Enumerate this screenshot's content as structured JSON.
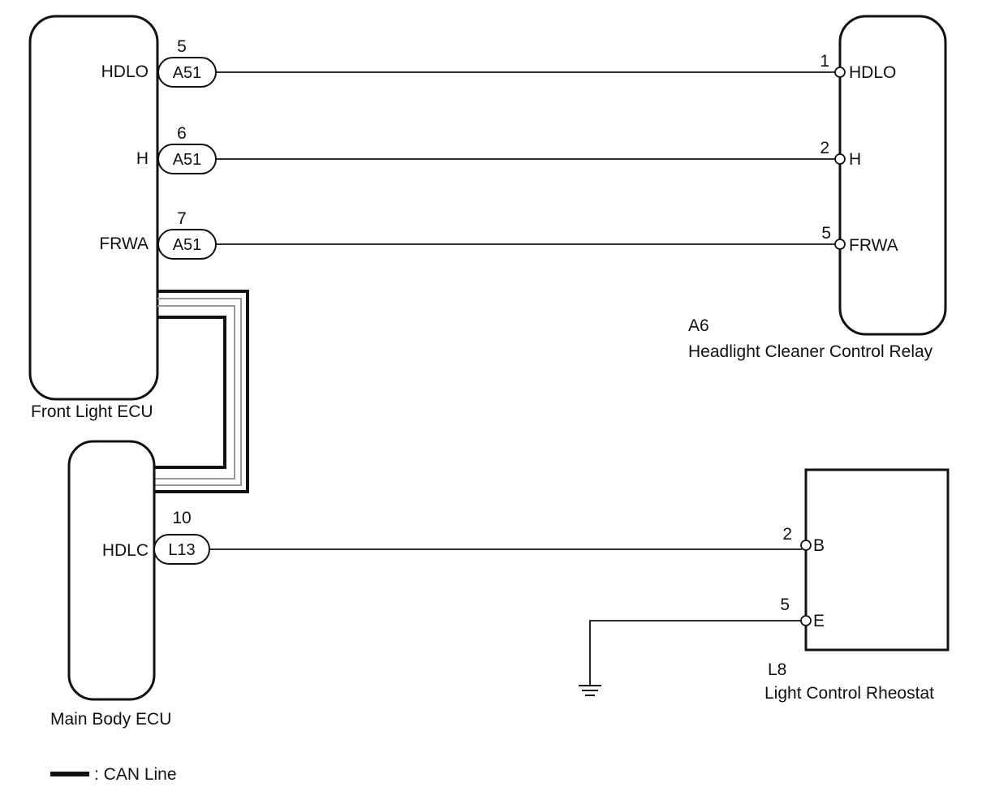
{
  "components": {
    "front_light_ecu": {
      "name": "Front Light ECU",
      "pins": {
        "hdlo": {
          "label": "HDLO",
          "connector": "A51",
          "pin": "5"
        },
        "h": {
          "label": "H",
          "connector": "A51",
          "pin": "6"
        },
        "frwa": {
          "label": "FRWA",
          "connector": "A51",
          "pin": "7"
        }
      }
    },
    "relay": {
      "code": "A6",
      "name": "Headlight Cleaner Control Relay",
      "pins": {
        "hdlo": {
          "label": "HDLO",
          "pin": "1"
        },
        "h": {
          "label": "H",
          "pin": "2"
        },
        "frwa": {
          "label": "FRWA",
          "pin": "5"
        }
      }
    },
    "main_body_ecu": {
      "name": "Main Body ECU",
      "pins": {
        "hdlc": {
          "label": "HDLC",
          "connector": "L13",
          "pin": "10"
        }
      }
    },
    "rheostat": {
      "code": "L8",
      "name": "Light Control Rheostat",
      "pins": {
        "b": {
          "label": "B",
          "pin": "2"
        },
        "e": {
          "label": "E",
          "pin": "5"
        }
      }
    }
  },
  "legend": {
    "can_line": ": CAN Line"
  },
  "colors": {
    "line": "#111111",
    "can_shield": "#999999"
  }
}
